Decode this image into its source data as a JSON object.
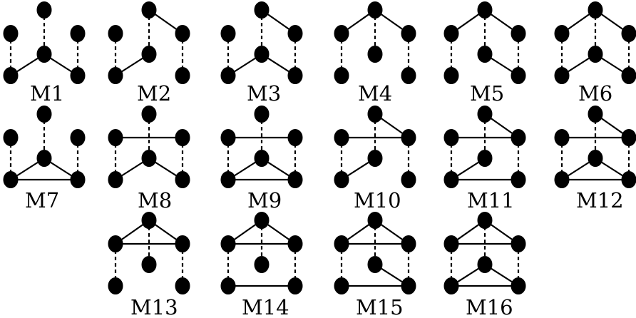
{
  "colors": {
    "node": "#000000",
    "edge": "#000000",
    "background": "#ffffff"
  },
  "motifs": [
    {
      "label": "M1",
      "edges": [
        [
          "T",
          "C",
          "d"
        ],
        [
          "C",
          "BL",
          "s"
        ],
        [
          "C",
          "BR",
          "s"
        ],
        [
          "L",
          "BL",
          "d"
        ],
        [
          "R",
          "BR",
          "d"
        ]
      ]
    },
    {
      "label": "M2",
      "edges": [
        [
          "T",
          "C",
          "d"
        ],
        [
          "T",
          "R",
          "s"
        ],
        [
          "C",
          "BL",
          "s"
        ],
        [
          "L",
          "BL",
          "d"
        ],
        [
          "R",
          "BR",
          "d"
        ]
      ]
    },
    {
      "label": "M3",
      "edges": [
        [
          "T",
          "C",
          "d"
        ],
        [
          "T",
          "R",
          "s"
        ],
        [
          "C",
          "BL",
          "s"
        ],
        [
          "C",
          "BR",
          "s"
        ],
        [
          "L",
          "BL",
          "d"
        ],
        [
          "R",
          "BR",
          "d"
        ]
      ]
    },
    {
      "label": "M4",
      "edges": [
        [
          "T",
          "L",
          "s"
        ],
        [
          "T",
          "R",
          "s"
        ],
        [
          "T",
          "C",
          "d"
        ],
        [
          "L",
          "BL",
          "d"
        ],
        [
          "R",
          "BR",
          "d"
        ]
      ]
    },
    {
      "label": "M5",
      "edges": [
        [
          "T",
          "L",
          "s"
        ],
        [
          "T",
          "R",
          "s"
        ],
        [
          "T",
          "C",
          "d"
        ],
        [
          "C",
          "BR",
          "s"
        ],
        [
          "L",
          "BL",
          "d"
        ],
        [
          "R",
          "BR",
          "d"
        ]
      ]
    },
    {
      "label": "M6",
      "edges": [
        [
          "T",
          "L",
          "s"
        ],
        [
          "T",
          "R",
          "s"
        ],
        [
          "T",
          "C",
          "d"
        ],
        [
          "C",
          "BL",
          "s"
        ],
        [
          "C",
          "BR",
          "s"
        ],
        [
          "L",
          "BL",
          "d"
        ],
        [
          "R",
          "BR",
          "d"
        ]
      ]
    },
    {
      "label": "M7",
      "edges": [
        [
          "T",
          "C",
          "d"
        ],
        [
          "C",
          "BL",
          "s"
        ],
        [
          "C",
          "BR",
          "s"
        ],
        [
          "BL",
          "BR",
          "s"
        ],
        [
          "L",
          "BL",
          "d"
        ],
        [
          "R",
          "BR",
          "d"
        ]
      ]
    },
    {
      "label": "M8",
      "edges": [
        [
          "T",
          "C",
          "d"
        ],
        [
          "L",
          "R",
          "s"
        ],
        [
          "C",
          "BL",
          "s"
        ],
        [
          "C",
          "BR",
          "s"
        ],
        [
          "L",
          "BL",
          "d"
        ],
        [
          "R",
          "BR",
          "d"
        ]
      ]
    },
    {
      "label": "M9",
      "edges": [
        [
          "T",
          "C",
          "d"
        ],
        [
          "L",
          "R",
          "s"
        ],
        [
          "C",
          "BL",
          "s"
        ],
        [
          "C",
          "BR",
          "s"
        ],
        [
          "BL",
          "BR",
          "s"
        ],
        [
          "L",
          "BL",
          "d"
        ],
        [
          "R",
          "BR",
          "d"
        ]
      ]
    },
    {
      "label": "M10",
      "edges": [
        [
          "T",
          "C",
          "d"
        ],
        [
          "T",
          "R",
          "s"
        ],
        [
          "L",
          "R",
          "s"
        ],
        [
          "C",
          "BL",
          "s"
        ],
        [
          "L",
          "BL",
          "d"
        ],
        [
          "R",
          "BR",
          "d"
        ]
      ]
    },
    {
      "label": "M11",
      "edges": [
        [
          "T",
          "C",
          "d"
        ],
        [
          "T",
          "R",
          "s"
        ],
        [
          "L",
          "R",
          "s"
        ],
        [
          "C",
          "BL",
          "s"
        ],
        [
          "BL",
          "BR",
          "s"
        ],
        [
          "L",
          "BL",
          "d"
        ],
        [
          "R",
          "BR",
          "d"
        ]
      ]
    },
    {
      "label": "M12",
      "edges": [
        [
          "T",
          "C",
          "d"
        ],
        [
          "T",
          "R",
          "s"
        ],
        [
          "L",
          "R",
          "s"
        ],
        [
          "C",
          "BL",
          "s"
        ],
        [
          "C",
          "BR",
          "s"
        ],
        [
          "BL",
          "BR",
          "s"
        ],
        [
          "L",
          "BL",
          "d"
        ],
        [
          "R",
          "BR",
          "d"
        ]
      ]
    },
    {
      "label": "M13",
      "edges": [
        [
          "T",
          "L",
          "s"
        ],
        [
          "T",
          "R",
          "s"
        ],
        [
          "T",
          "C",
          "d"
        ],
        [
          "L",
          "R",
          "s"
        ],
        [
          "L",
          "BL",
          "d"
        ],
        [
          "R",
          "BR",
          "d"
        ]
      ]
    },
    {
      "label": "M14",
      "edges": [
        [
          "T",
          "L",
          "s"
        ],
        [
          "T",
          "R",
          "s"
        ],
        [
          "T",
          "C",
          "d"
        ],
        [
          "L",
          "R",
          "s"
        ],
        [
          "BL",
          "BR",
          "s"
        ],
        [
          "L",
          "BL",
          "d"
        ],
        [
          "R",
          "BR",
          "d"
        ]
      ]
    },
    {
      "label": "M15",
      "edges": [
        [
          "T",
          "L",
          "s"
        ],
        [
          "T",
          "R",
          "s"
        ],
        [
          "T",
          "C",
          "d"
        ],
        [
          "L",
          "R",
          "s"
        ],
        [
          "C",
          "BR",
          "s"
        ],
        [
          "BL",
          "BR",
          "s"
        ],
        [
          "L",
          "BL",
          "d"
        ],
        [
          "R",
          "BR",
          "d"
        ]
      ]
    },
    {
      "label": "M16",
      "edges": [
        [
          "T",
          "L",
          "s"
        ],
        [
          "T",
          "R",
          "s"
        ],
        [
          "T",
          "C",
          "d"
        ],
        [
          "L",
          "R",
          "s"
        ],
        [
          "C",
          "BL",
          "s"
        ],
        [
          "C",
          "BR",
          "s"
        ],
        [
          "BL",
          "BR",
          "s"
        ],
        [
          "L",
          "BL",
          "d"
        ],
        [
          "R",
          "BR",
          "d"
        ]
      ]
    }
  ]
}
